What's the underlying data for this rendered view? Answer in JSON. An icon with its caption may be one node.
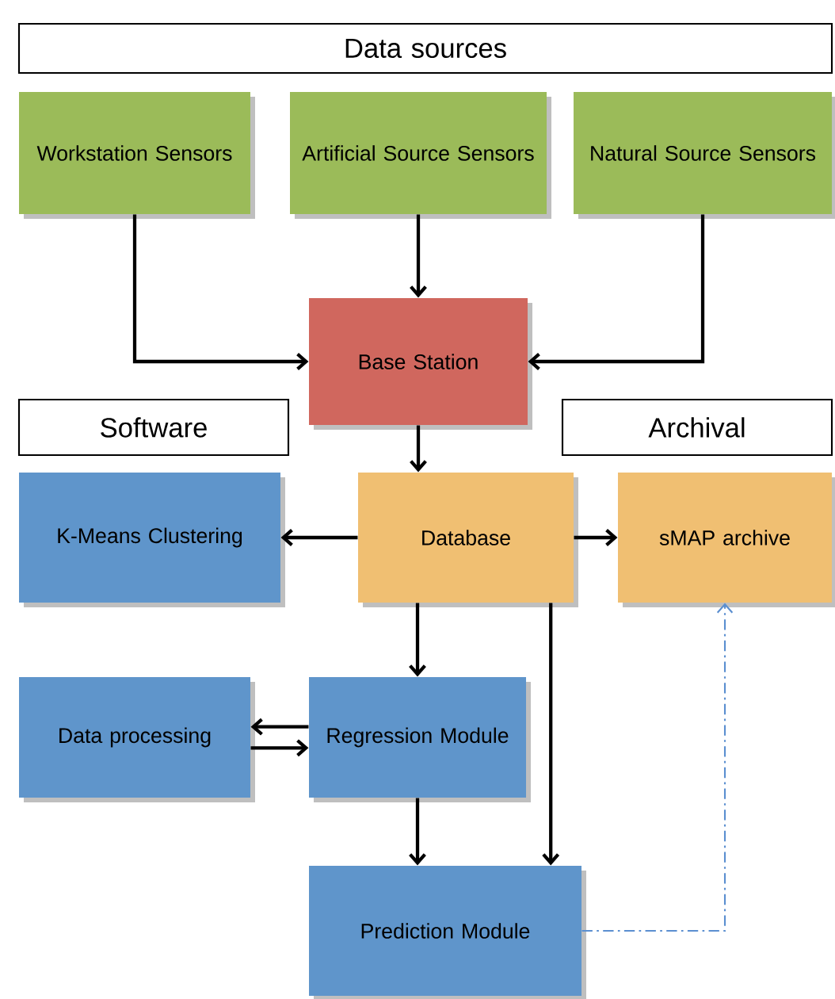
{
  "diagram": {
    "nodes": [
      {
        "text": [
          "Data sources"
        ]
      },
      {
        "text": [
          "Workstation Sensors"
        ]
      },
      {
        "text": [
          "Artificial Source Sensors"
        ]
      },
      {
        "text": [
          "Natural Source Sensors"
        ]
      },
      {
        "text": [
          "Base Station"
        ]
      },
      {
        "text": [
          "Software"
        ]
      },
      {
        "text": [
          "Archival"
        ]
      },
      {
        "text": [
          "K-Means Clustering"
        ]
      },
      {
        "text": [
          "Database"
        ]
      },
      {
        "text": [
          "sMAP archive"
        ]
      },
      {
        "text": [
          "Data processing"
        ]
      },
      {
        "text": [
          "Regression Module"
        ]
      },
      {
        "text": [
          "Prediction Module"
        ]
      }
    ],
    "edges": [
      {
        "from": 1,
        "to": 4,
        "arrow": "to"
      },
      {
        "from": 2,
        "to": 4,
        "arrow": "to"
      },
      {
        "from": 3,
        "to": 4,
        "arrow": "to"
      },
      {
        "from": 4,
        "to": 8,
        "arrow": "to"
      },
      {
        "from": 8,
        "to": 7,
        "arrow": "to"
      },
      {
        "from": 8,
        "to": 9,
        "arrow": "to"
      },
      {
        "from": 8,
        "to": 11,
        "arrow": "to"
      },
      {
        "from": 8,
        "to": 12,
        "arrow": "to"
      },
      {
        "from": 11,
        "to": 10,
        "arrow": "to"
      },
      {
        "from": 10,
        "to": 11,
        "arrow": "to"
      },
      {
        "from": 11,
        "to": 12,
        "arrow": "to"
      },
      {
        "from": 12,
        "to": 9,
        "arrow": "to",
        "style": "dashed",
        "color": "#5b8fd0"
      }
    ]
  }
}
